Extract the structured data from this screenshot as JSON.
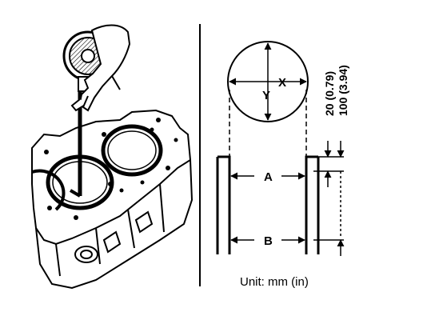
{
  "labels": {
    "x": "X",
    "y": "Y",
    "a": "A",
    "b": "B",
    "depth_20": "20 (0.79)",
    "depth_100": "100 (3.94)",
    "unit": "Unit:  mm (in)"
  }
}
